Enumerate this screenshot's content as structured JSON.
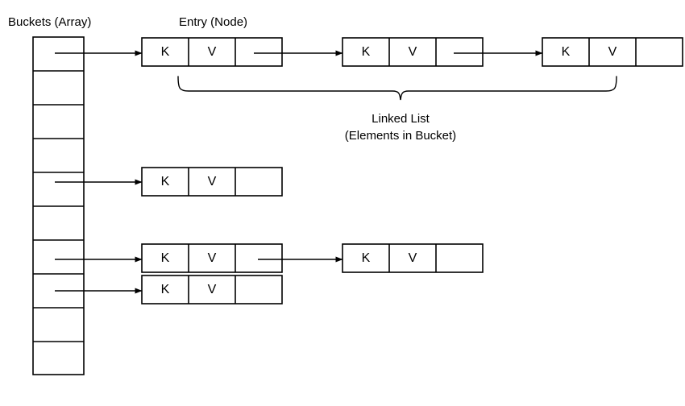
{
  "diagram": {
    "title_labels": {
      "buckets": "Buckets (Array)",
      "entry": "Entry (Node)",
      "linked_list_line1": "Linked List",
      "linked_list_line2": "(Elements in Bucket)"
    },
    "colors": {
      "stroke": "#000000",
      "arrow": "#404040",
      "background": "#ffffff"
    },
    "node_fields": {
      "key": "K",
      "value": "V",
      "next": ""
    },
    "bucket_array": {
      "label": "Buckets (Array)",
      "cell_count": 10,
      "cells": [
        {
          "index": 0,
          "has_pointer": true
        },
        {
          "index": 1,
          "has_pointer": false
        },
        {
          "index": 2,
          "has_pointer": false
        },
        {
          "index": 3,
          "has_pointer": false
        },
        {
          "index": 4,
          "has_pointer": true
        },
        {
          "index": 5,
          "has_pointer": false
        },
        {
          "index": 6,
          "has_pointer": true
        },
        {
          "index": 7,
          "has_pointer": true
        },
        {
          "index": 8,
          "has_pointer": false
        },
        {
          "index": 9,
          "has_pointer": false
        }
      ]
    },
    "chains": [
      {
        "bucket_index": 0,
        "nodes": [
          {
            "key": "K",
            "value": "V",
            "has_next": true
          },
          {
            "key": "K",
            "value": "V",
            "has_next": true
          },
          {
            "key": "K",
            "value": "V",
            "has_next": false
          }
        ]
      },
      {
        "bucket_index": 4,
        "nodes": [
          {
            "key": "K",
            "value": "V",
            "has_next": false
          }
        ]
      },
      {
        "bucket_index": 6,
        "nodes": [
          {
            "key": "K",
            "value": "V",
            "has_next": true
          },
          {
            "key": "K",
            "value": "V",
            "has_next": false
          }
        ]
      },
      {
        "bucket_index": 7,
        "nodes": [
          {
            "key": "K",
            "value": "V",
            "has_next": false
          }
        ]
      }
    ],
    "brace_annotation": {
      "line1": "Linked List",
      "line2": "(Elements in Bucket)"
    }
  }
}
